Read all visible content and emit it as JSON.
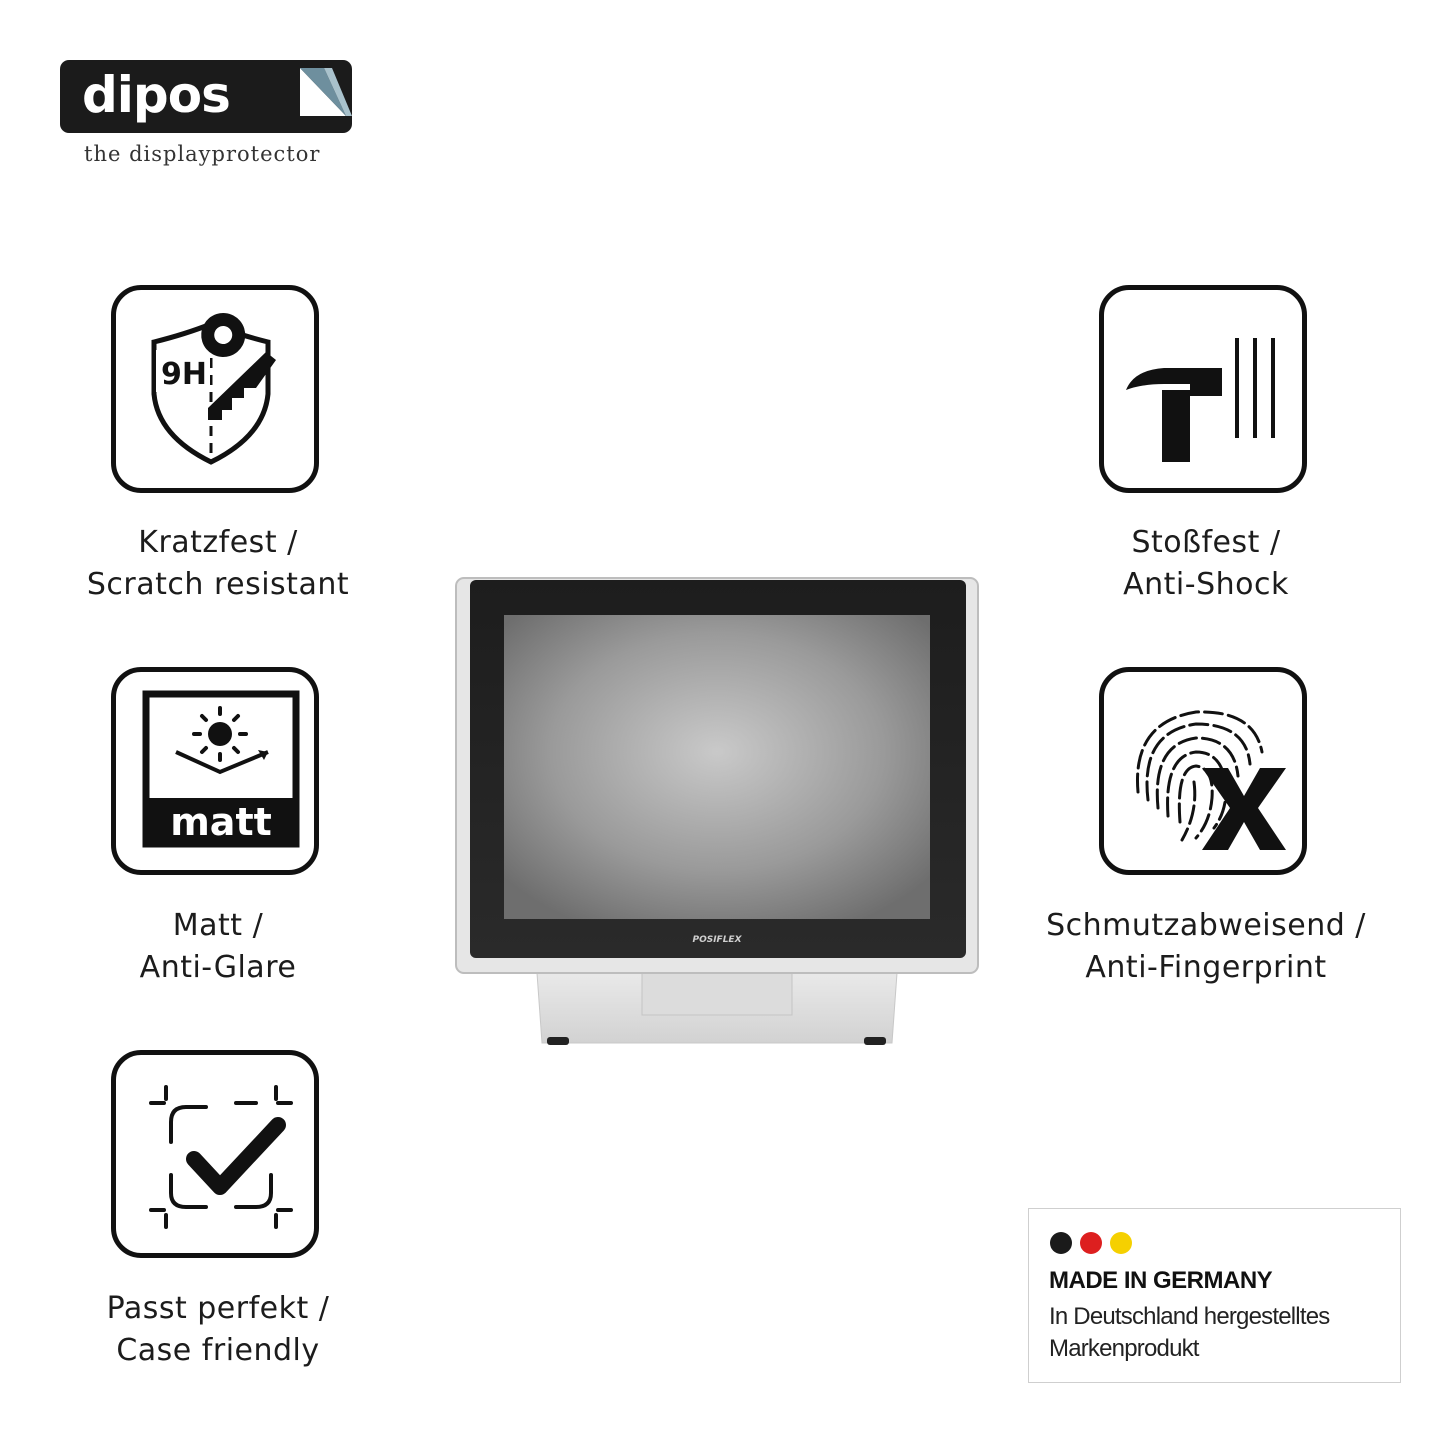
{
  "brand": {
    "logo_word": "dipos",
    "tagline": "the displayprotector"
  },
  "features": [
    {
      "icon": "scratch-9h-shield-key-icon",
      "icon_text": "9H",
      "line1": "Kratzfest /",
      "line2": "Scratch resistant"
    },
    {
      "icon": "matt-sun-icon",
      "icon_text": "matt",
      "line1": "Matt /",
      "line2": "Anti-Glare"
    },
    {
      "icon": "case-friendly-check-icon",
      "line1": "Passt perfekt /",
      "line2": "Case friendly"
    },
    {
      "icon": "hammer-shock-icon",
      "line1": "Stoßfest /",
      "line2": "Anti-Shock"
    },
    {
      "icon": "fingerprint-x-icon",
      "line1": "Schmutzabweisend /",
      "line2": "Anti-Fingerprint"
    }
  ],
  "product": {
    "monitor_brand": "POSIFLEX"
  },
  "made_in": {
    "title": "MADE IN GERMANY",
    "line1": "In Deutschland hergestelltes",
    "line2": "Markenprodukt",
    "flag_colors": [
      "#1a1a1a",
      "#dd1f1f",
      "#f5d000"
    ]
  }
}
